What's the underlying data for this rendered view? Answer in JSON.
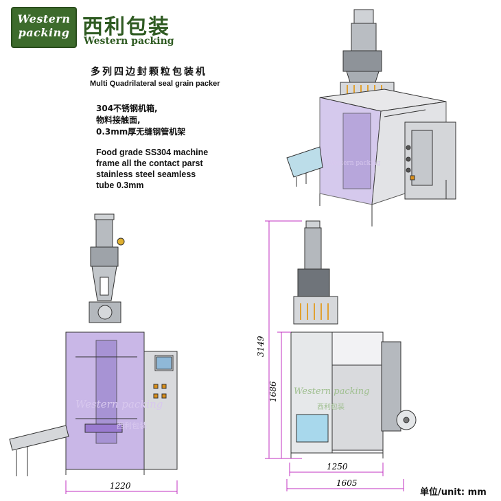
{
  "logo": {
    "line1": "Western",
    "line2": "packing"
  },
  "brand": {
    "cn": "西利包装",
    "en": "Western packing"
  },
  "title": {
    "cn": "多列四边封颗粒包装机",
    "en": "Multi Quadrilateral seal grain packer"
  },
  "spec_cn": [
    "304不锈钢机箱,",
    "物料接触面,",
    "0.3mm厚无缝钢管机架"
  ],
  "spec_en": [
    "Food grade SS304 machine",
    "frame all the contact parst",
    "stainless steel seamless",
    "tube 0.3mm"
  ],
  "dimensions": {
    "width_front": "1220",
    "height_total": "3149",
    "height_frame": "1686",
    "width_side_inner": "1250",
    "width_side_total": "1605"
  },
  "watermark": {
    "en": "Western packing",
    "cn": "西利包装"
  },
  "unit_label": "单位/unit: mm",
  "colors": {
    "brand_green": "#3d6b2c",
    "dimension_magenta": "#c030c0",
    "panel_purple": "#a78bd6"
  }
}
